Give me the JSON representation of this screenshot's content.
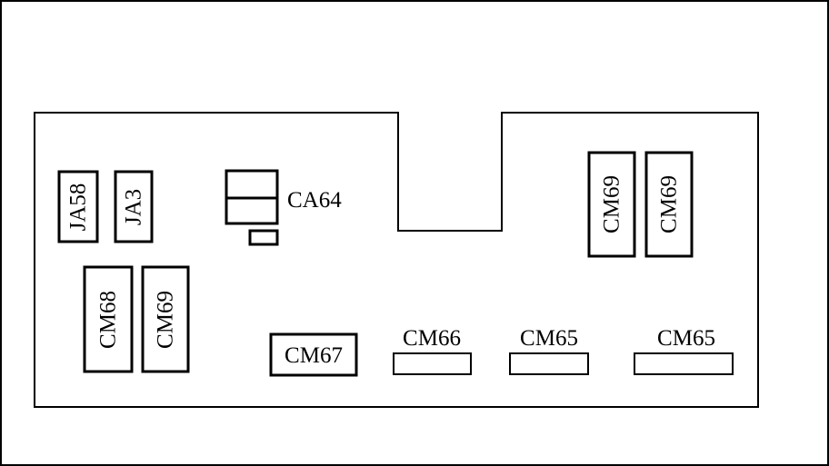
{
  "diagram": {
    "components": {
      "ja58": "JA58",
      "ja3": "JA3",
      "ca64": "CA64",
      "cm68": "CM68",
      "cm69_left": "CM69",
      "cm69_right_a": "CM69",
      "cm69_right_b": "CM69",
      "cm67": "CM67",
      "cm66": "CM66",
      "cm65_a": "CM65",
      "cm65_b": "CM65"
    }
  }
}
